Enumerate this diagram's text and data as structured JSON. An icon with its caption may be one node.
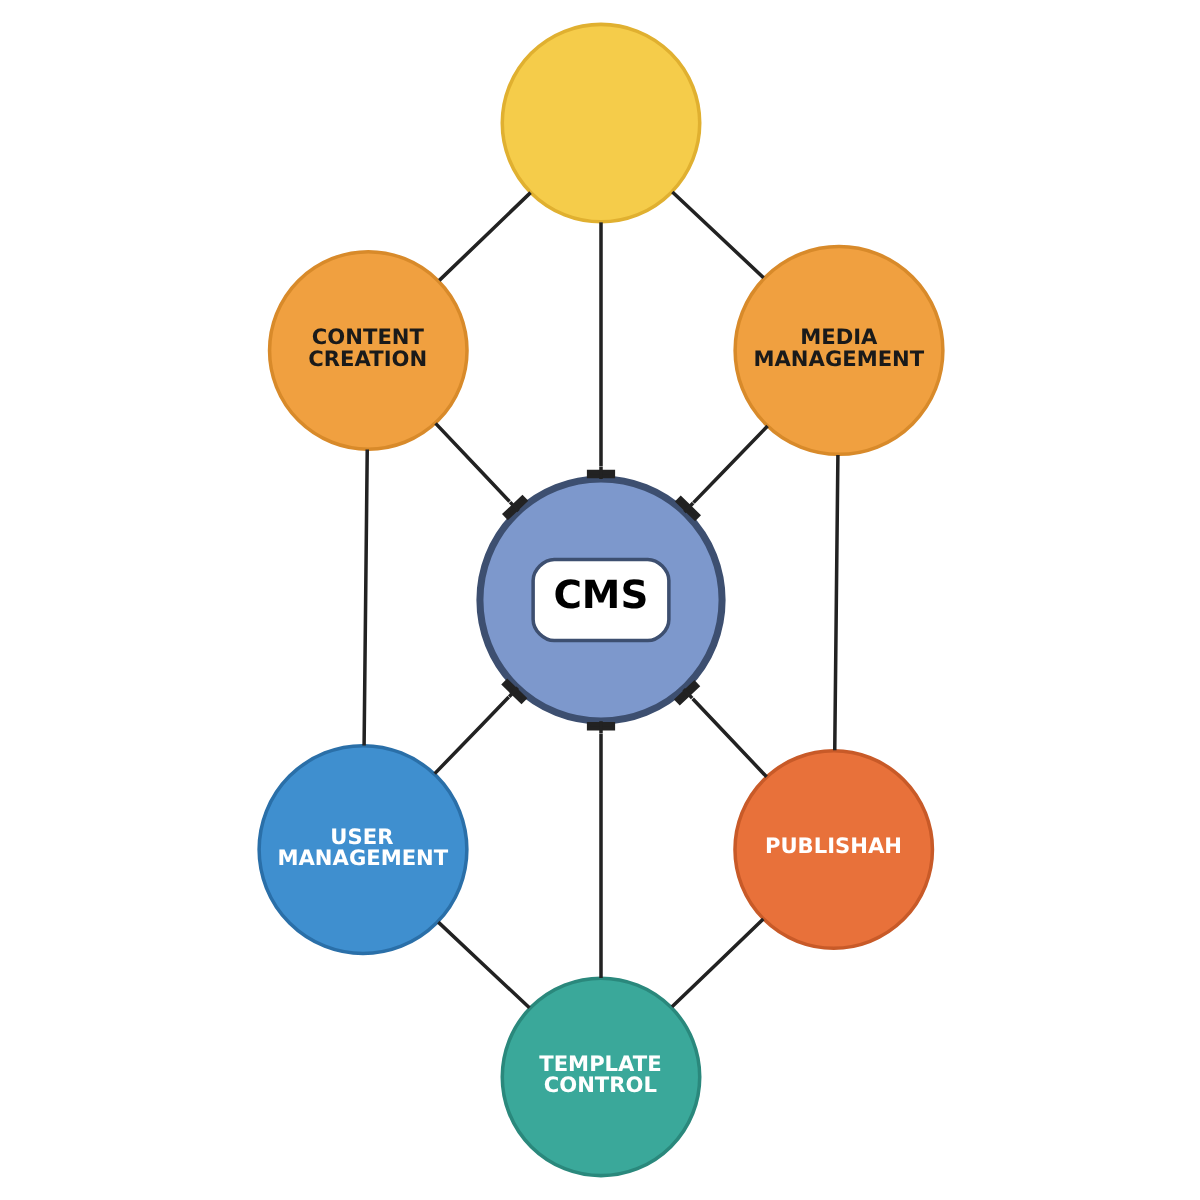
{
  "diagram": {
    "nodes": [
      {
        "text": [],
        "shape": "circle"
      },
      {
        "text": [
          "CONTENT CREATION"
        ]
      },
      {
        "text": [
          "MEDIA MANAGEMENT"
        ]
      },
      {
        "text": [
          "CMS"
        ]
      },
      {
        "text": [
          "USER MANAGEMENT"
        ]
      },
      {
        "text": [
          "PUBLISHAH"
        ]
      },
      {
        "text": [
          "TEMPLATE CONTROL"
        ]
      }
    ],
    "edges": [
      {
        "from": 0,
        "to": 1,
        "arrow": "none"
      },
      {
        "from": 0,
        "to": 3,
        "arrow": "other"
      },
      {
        "from": 0,
        "to": 2,
        "arrow": "none"
      },
      {
        "from": 1,
        "to": 4,
        "arrow": "none"
      },
      {
        "from": 1,
        "to": 3,
        "arrow": "other"
      },
      {
        "from": 2,
        "to": 3,
        "arrow": "other"
      },
      {
        "from": 2,
        "to": 5,
        "arrow": "none"
      },
      {
        "from": 3,
        "to": 4,
        "arrow": "other"
      },
      {
        "from": 3,
        "to": 6,
        "arrow": "other"
      },
      {
        "from": 3,
        "to": 5,
        "arrow": "other"
      },
      {
        "from": 4,
        "to": 6,
        "arrow": "none"
      },
      {
        "from": 5,
        "to": 6,
        "arrow": "none"
      }
    ]
  }
}
